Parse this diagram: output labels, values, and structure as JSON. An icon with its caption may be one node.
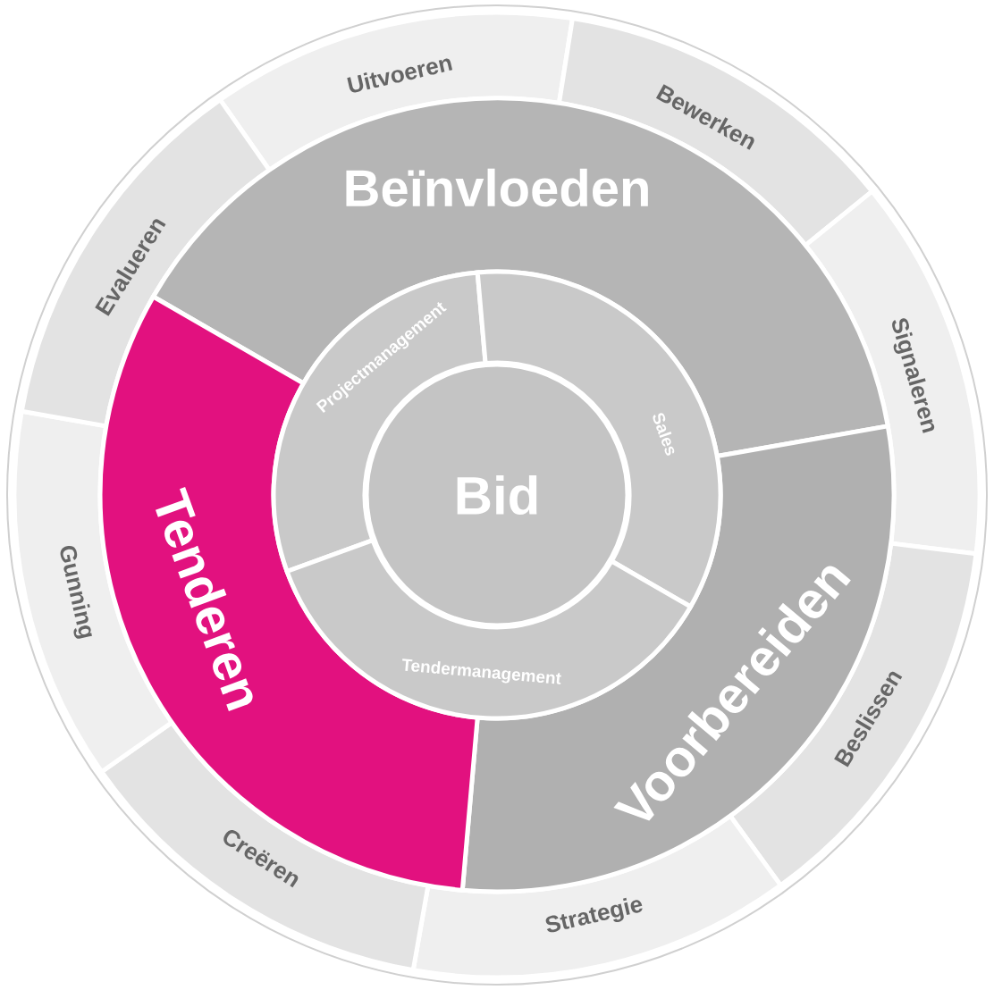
{
  "diagram": {
    "nodes": [
      {
        "text": [
          "Uitvoeren"
        ]
      },
      {
        "text": [
          "Bewerken"
        ]
      },
      {
        "text": [
          "Signaleren"
        ]
      },
      {
        "text": [
          "Beslissen"
        ]
      },
      {
        "text": [
          "Strategie"
        ]
      },
      {
        "text": [
          "Creëren"
        ]
      },
      {
        "text": [
          "Gunning"
        ]
      },
      {
        "text": [
          "Evalueren"
        ]
      },
      {
        "text": [
          "Beïnvloeden"
        ]
      },
      {
        "text": [
          "Voorbereiden"
        ]
      },
      {
        "text": [
          "Tenderen"
        ]
      },
      {
        "text": [
          "Projectmanagement"
        ]
      },
      {
        "text": [
          "Sales"
        ]
      },
      {
        "text": [
          "Tendermanagement"
        ]
      },
      {
        "text": [
          "Bid"
        ]
      }
    ]
  }
}
